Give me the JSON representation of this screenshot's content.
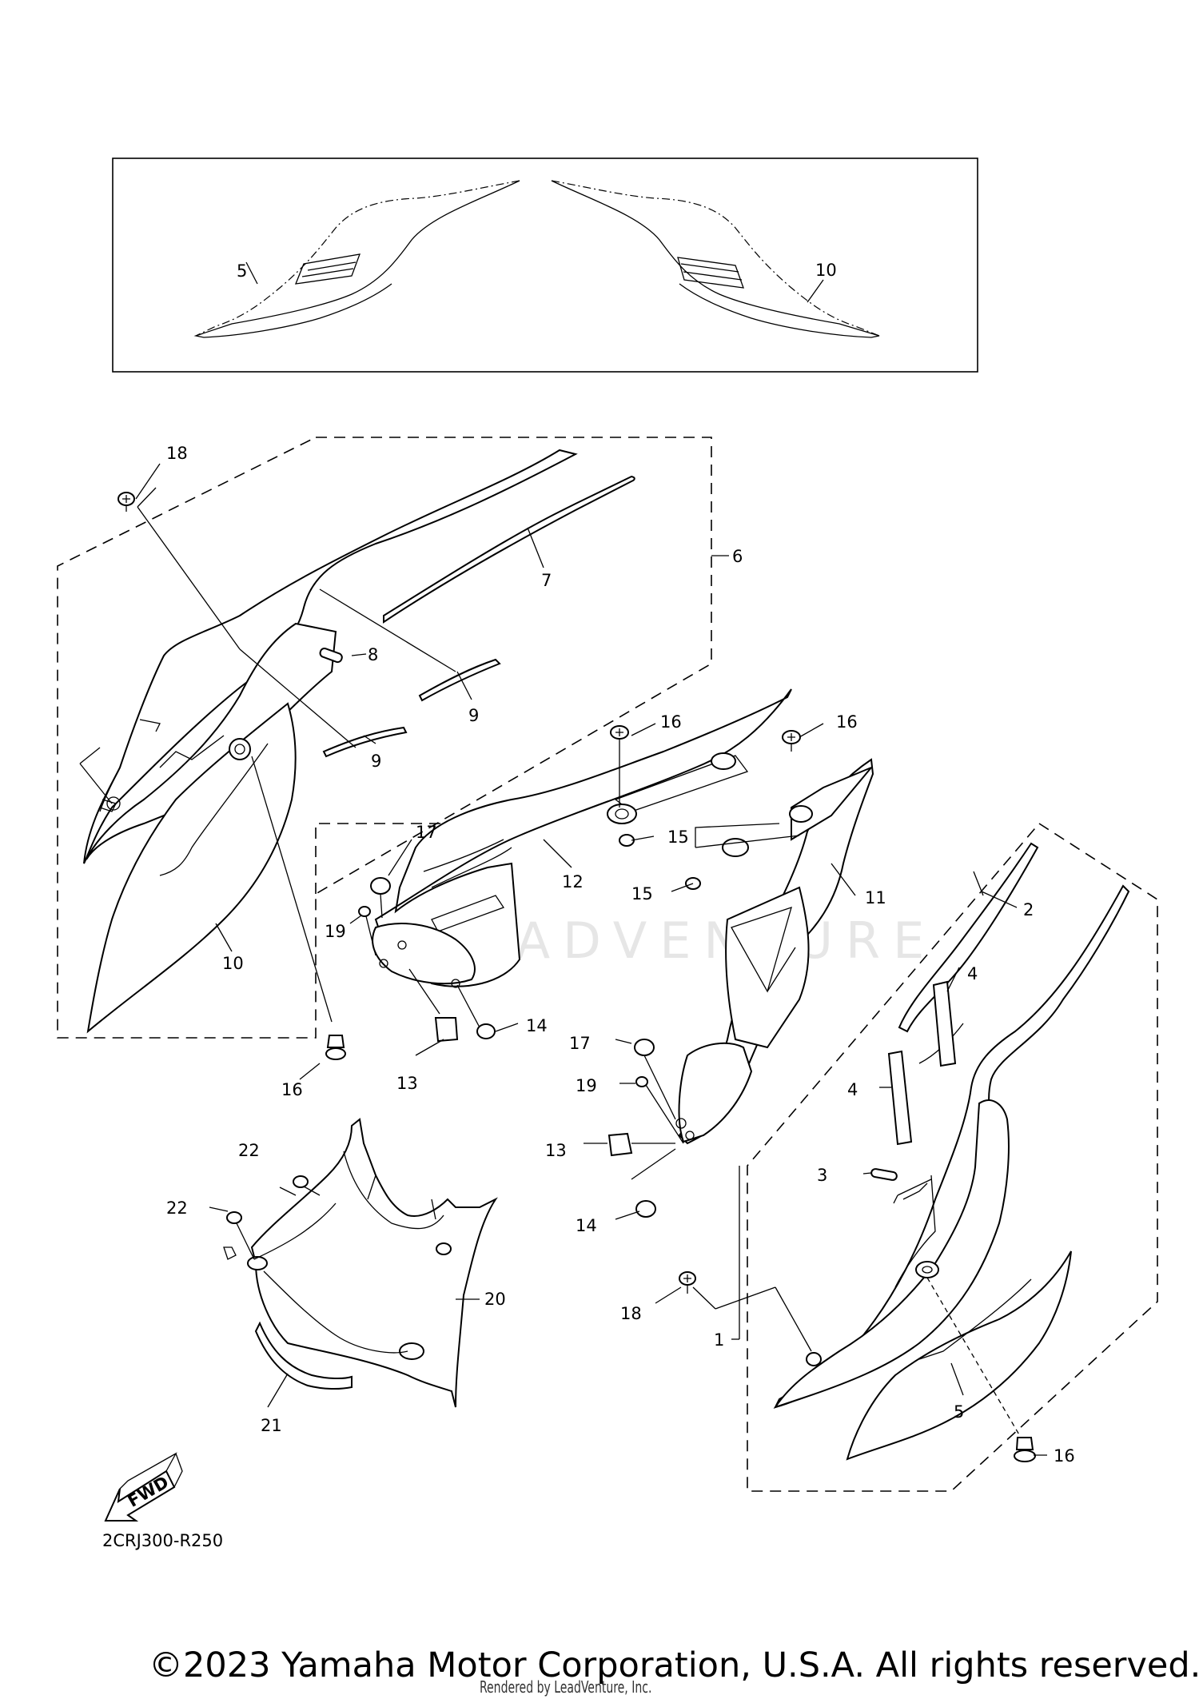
{
  "diagram_code": "2CRJ300-R250",
  "copyright": "©2023 Yamaha Motor Corporation, U.S.A. All rights reserved.",
  "rendered_by": "Rendered by LeadVenture, Inc.",
  "watermark": "LEADVENTURE",
  "fwd_label": "FWD",
  "inset_callouts": {
    "left": "5",
    "right": "10"
  },
  "callouts": {
    "c1": "1",
    "c2": "2",
    "c3": "3",
    "c4a": "4",
    "c4b": "4",
    "c5": "5",
    "c6": "6",
    "c7": "7",
    "c8": "8",
    "c9a": "9",
    "c9b": "9",
    "c10": "10",
    "c11": "11",
    "c12": "12",
    "c13a": "13",
    "c13b": "13",
    "c14a": "14",
    "c14b": "14",
    "c15a": "15",
    "c15b": "15",
    "c16a": "16",
    "c16b": "16",
    "c16c": "16",
    "c16d": "16",
    "c17a": "17",
    "c17b": "17",
    "c18a": "18",
    "c18b": "18",
    "c19a": "19",
    "c19b": "19",
    "c20": "20",
    "c21": "21",
    "c22a": "22",
    "c22b": "22"
  }
}
